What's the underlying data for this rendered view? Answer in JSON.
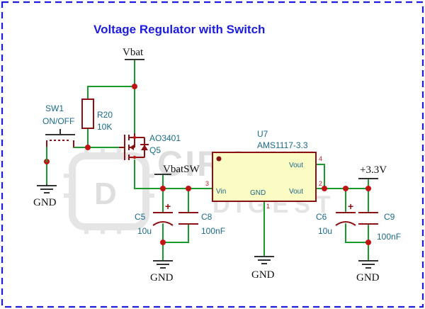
{
  "title": "Voltage Regulator with Switch",
  "watermark": {
    "line1": "CIRCUIT",
    "line2": "DIGEST",
    "letter": "D"
  },
  "nets": {
    "vbat": "Vbat",
    "vbatsw": "VbatSW",
    "v33": "+3.3V",
    "gnd": "GND"
  },
  "components": {
    "sw1": {
      "ref": "SW1",
      "value": "ON/OFF"
    },
    "r20": {
      "ref": "R20",
      "value": "10K"
    },
    "q5": {
      "ref": "Q5",
      "value": "AO3401"
    },
    "u7": {
      "ref": "U7",
      "value": "AMS1117-3.3",
      "pins": {
        "vin": "Vin",
        "gnd": "GND",
        "vout": "Vout",
        "vout_tab": "Vout"
      },
      "pin_numbers": {
        "vin": "3",
        "vout": "2",
        "vout_tab": "4",
        "gnd": "1"
      }
    },
    "c5": {
      "ref": "C5",
      "value": "10u"
    },
    "c8": {
      "ref": "C8",
      "value": "100nF"
    },
    "c6": {
      "ref": "C6",
      "value": "10u"
    },
    "c9": {
      "ref": "C9",
      "value": "100nF"
    }
  },
  "colors": {
    "wire": "#1a9a2a",
    "component": "#8a1212",
    "junction": "#c01414",
    "title": "#1c1ce0",
    "label": "#1a6a8a",
    "border": "#1c1ce0",
    "ic_fill": "#fbfbc4"
  }
}
